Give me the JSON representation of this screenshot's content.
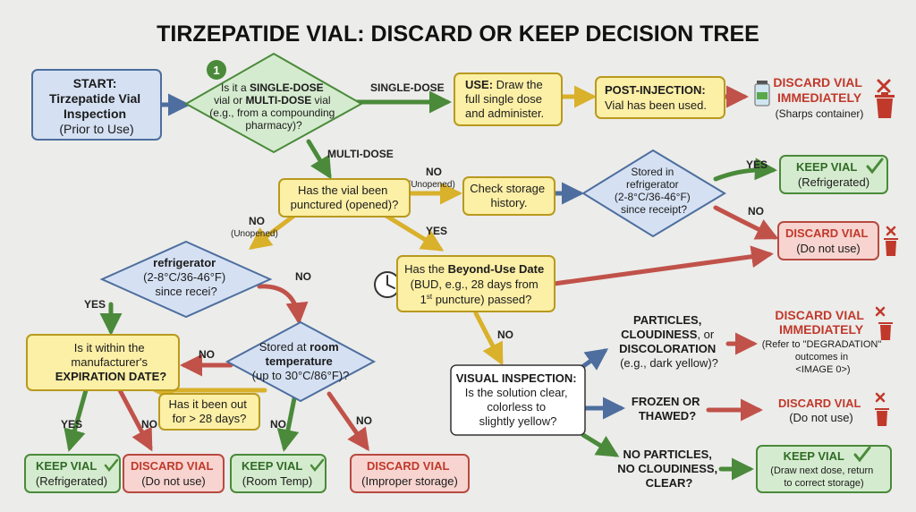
{
  "title": "TIRZEPATIDE VIAL: DISCARD OR KEEP DECISION TREE",
  "start": {
    "line1": "START:",
    "line2": "Tirzepatide Vial",
    "line3": "Inspection",
    "line4": "(Prior to Use)"
  },
  "step_number": "1",
  "q_dose_type": {
    "l1_a": "Is it a ",
    "l1_b": "SINGLE-DOSE",
    "l2_a": "vial or ",
    "l2_b": "MULTI-DOSE",
    "l2_c": " vial",
    "l3": "(e.g., from a compounding",
    "l4": "pharmacy)?"
  },
  "edges": {
    "single_dose": "SINGLE-DOSE",
    "multi_dose": "MULTI-DOSE",
    "no": "NO",
    "yes": "YES",
    "unopened": "(Unopened)"
  },
  "use_box": {
    "l1_a": "USE:",
    "l1_b": " Draw the",
    "l2": "full single dose",
    "l3": "and administer."
  },
  "post_box": {
    "l1": "POST-INJECTION:",
    "l2": "Vial has been used."
  },
  "discard_immediate_top": {
    "l1": "DISCARD VIAL",
    "l2": "IMMEDIATELY",
    "l3": "(Sharps container)"
  },
  "q_punctured": {
    "l1": "Has the vial been",
    "l2": "punctured (opened)?"
  },
  "check_storage": {
    "l1": "Check storage",
    "l2": "history."
  },
  "q_stored_fridge_receipt": {
    "l1": "Stored in",
    "l2": "refrigerator",
    "l3": "(2-8°C/36-46°F)",
    "l4": "since receipt?"
  },
  "keep_fridge_top": {
    "l1": "KEEP VIAL",
    "l2": "(Refrigerated)"
  },
  "discard_top_mid": {
    "l1": "DISCARD VIAL",
    "l2": "(Do not use)"
  },
  "q_fridge_left": {
    "l1": "refrigerator",
    "l2": "(2-8°C/36-46°F)",
    "l3": "since recei?"
  },
  "q_bud": {
    "l1_a": "Has the ",
    "l1_b": "Beyond-Use Date",
    "l2": "(BUD, e.g., 28 days from",
    "l3_a": "1",
    "l3_sup": "st",
    "l3_b": " puncture) passed?"
  },
  "q_expiration": {
    "l1": "Is it within the",
    "l2": "manufacturer's",
    "l3": "EXPIRATION DATE?"
  },
  "q_room_temp": {
    "l1": "Stored at ",
    "l1_b": "room",
    "l2": "temperature",
    "l3": "(up to 30°C/86°F)?"
  },
  "q_out_28": {
    "l1": "Has it been out",
    "l2": "for > 28 days?"
  },
  "visual_inspection": {
    "l1": "VISUAL INSPECTION:",
    "l2": "Is the solution clear,",
    "l3": "colorless to",
    "l4": "slightly yellow?"
  },
  "q_particles": {
    "l1": "PARTICLES,",
    "l2_a": "CLOUDINESS",
    "l2_b": ", or",
    "l3": "DISCOLORATION",
    "l4": "(e.g., dark yellow)?"
  },
  "discard_immediate_mid": {
    "l1": "DISCARD VIAL",
    "l2": "IMMEDIATELY",
    "l3": "(Refer to \"DEGRADATION\"",
    "l4": "outcomes in",
    "l5": "<IMAGE 0>)"
  },
  "q_frozen": {
    "l1": "FROZEN OR",
    "l2": "THAWED?"
  },
  "discard_frozen": {
    "l1": "DISCARD VIAL",
    "l2": "(Do not use)"
  },
  "q_no_particles": {
    "l1": "NO PARTICLES,",
    "l2": "NO CLOUDINESS,",
    "l3": "CLEAR?"
  },
  "keep_final": {
    "l1": "KEEP VIAL",
    "l2": "(Draw next dose, return",
    "l3": "to correct storage)"
  },
  "bottom_keep_fridge": {
    "l1": "KEEP VIAL",
    "l2": "(Refrigerated)"
  },
  "bottom_discard": {
    "l1": "DISCARD VIAL",
    "l2": "(Do not use)"
  },
  "bottom_keep_room": {
    "l1": "KEEP VIAL",
    "l2": "(Room Temp)"
  },
  "bottom_discard_improper": {
    "l1": "DISCARD VIAL",
    "l2": "(Improper storage)"
  },
  "colors": {
    "green_fill": "#d5ebcf",
    "green_stroke": "#4a8a3a",
    "yellow_fill": "#fcefa6",
    "yellow_stroke": "#b89a1e",
    "blue_fill": "#d5e1f3",
    "blue_stroke": "#4d6e9e",
    "red_fill": "#f7d4d0",
    "red_stroke": "#b84a40",
    "red_text": "#c0392b"
  }
}
